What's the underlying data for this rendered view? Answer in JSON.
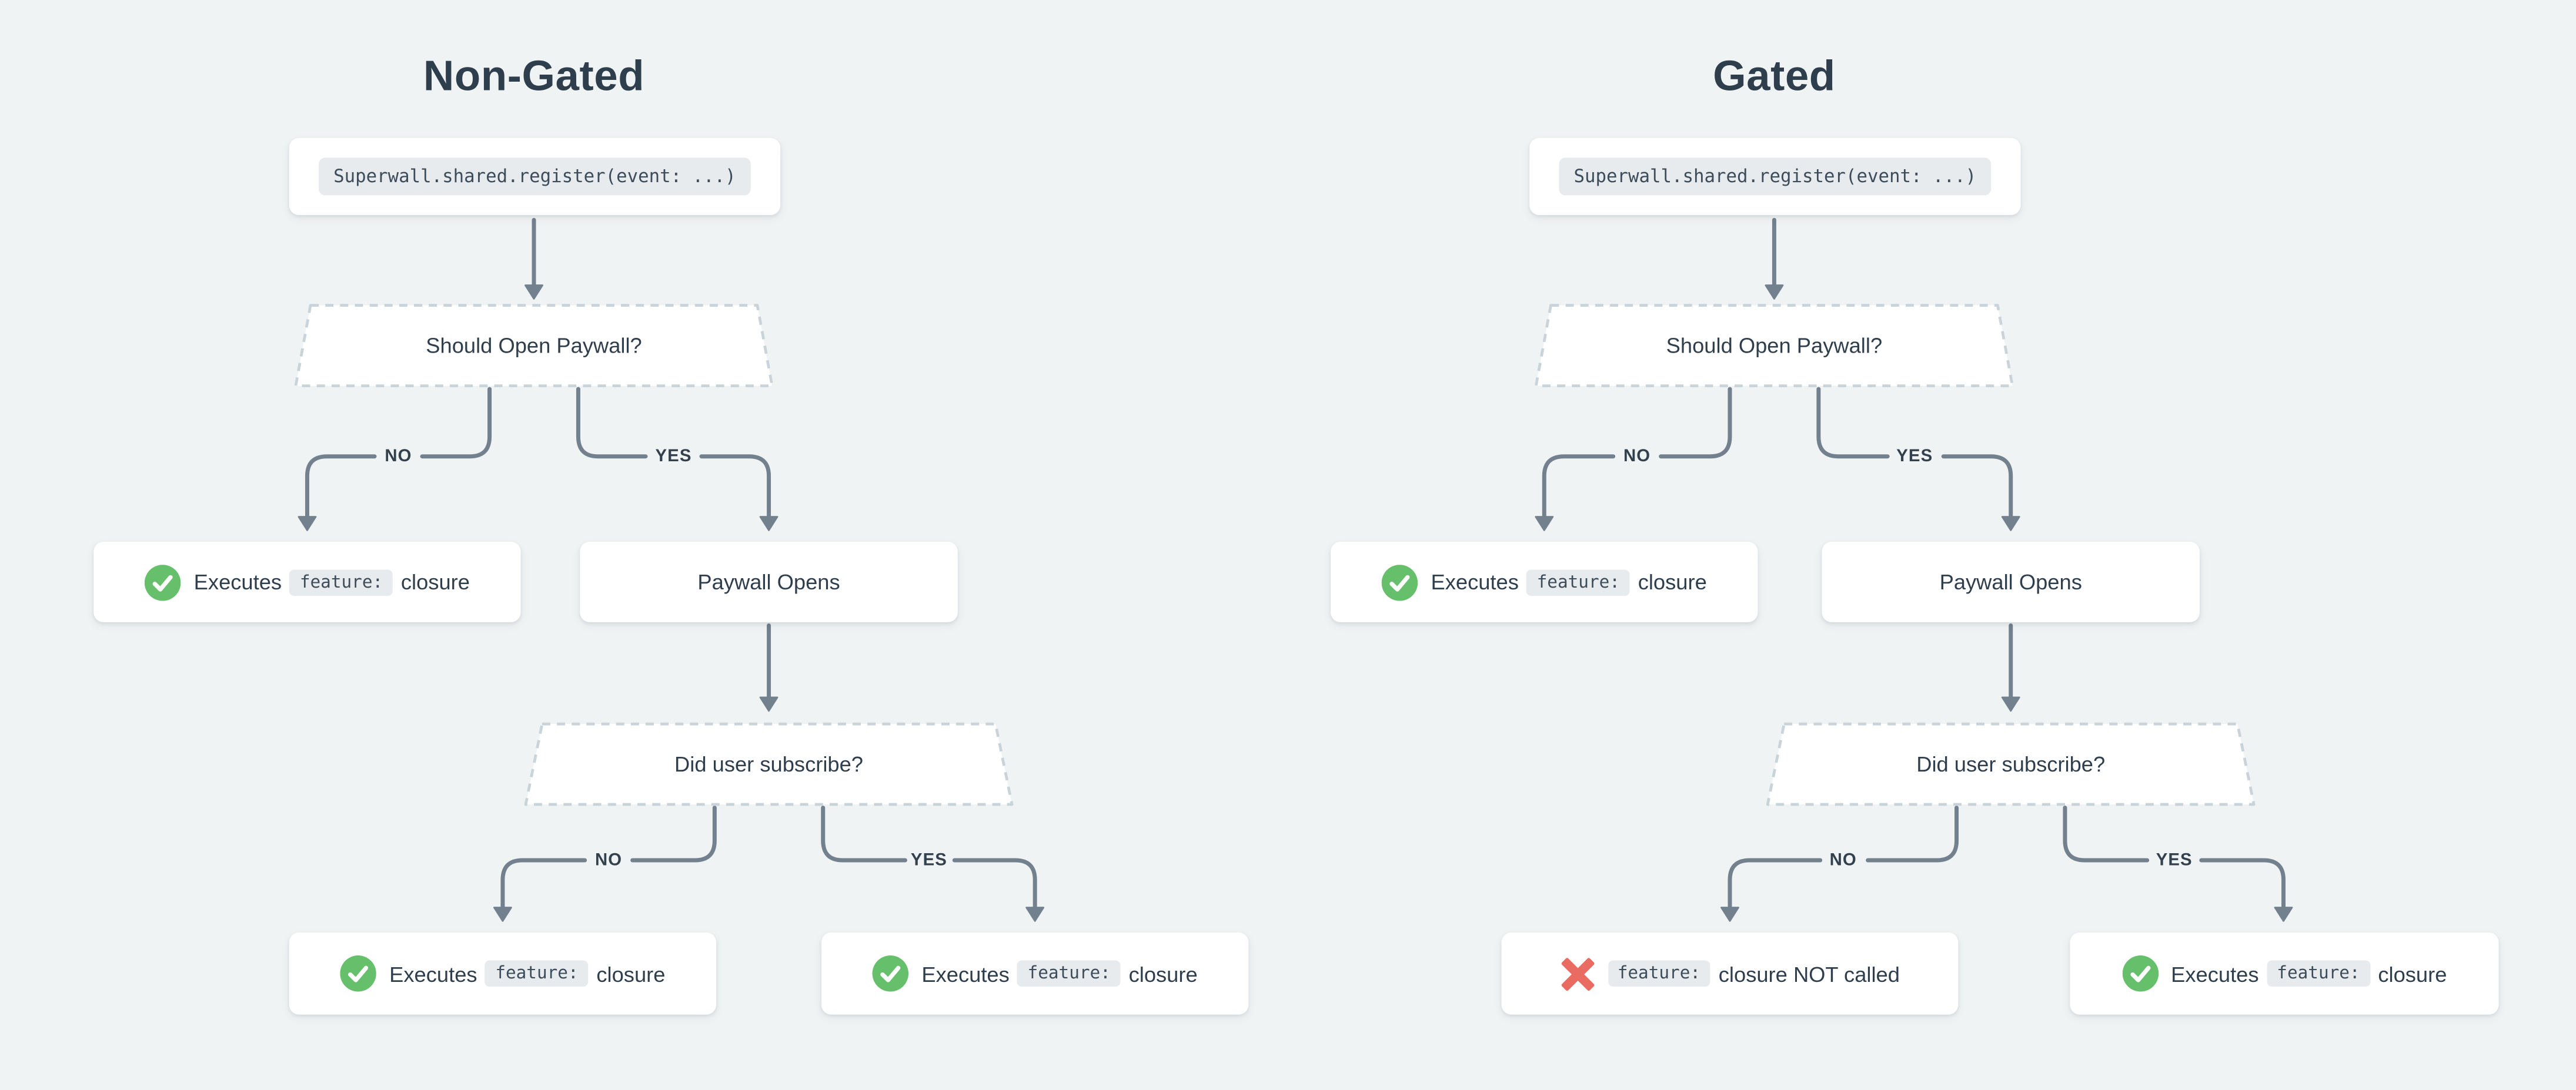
{
  "diagram": {
    "non_gated": {
      "title": "Non-Gated",
      "register_code": "Superwall.shared.register(event: ...)",
      "decision_paywall": {
        "question": "Should Open Paywall?",
        "no_label": "NO",
        "yes_label": "YES"
      },
      "paywall_no_result": {
        "icon": "check-circle",
        "prefix": "Executes",
        "code": "feature:",
        "suffix": "closure"
      },
      "paywall_opens": "Paywall Opens",
      "decision_subscribe": {
        "question": "Did user subscribe?",
        "no_label": "NO",
        "yes_label": "YES"
      },
      "subscribe_no_result": {
        "icon": "check-circle",
        "prefix": "Executes",
        "code": "feature:",
        "suffix": "closure"
      },
      "subscribe_yes_result": {
        "icon": "check-circle",
        "prefix": "Executes",
        "code": "feature:",
        "suffix": "closure"
      }
    },
    "gated": {
      "title": "Gated",
      "register_code": "Superwall.shared.register(event: ...)",
      "decision_paywall": {
        "question": "Should Open Paywall?",
        "no_label": "NO",
        "yes_label": "YES"
      },
      "paywall_no_result": {
        "icon": "check-circle",
        "prefix": "Executes",
        "code": "feature:",
        "suffix": "closure"
      },
      "paywall_opens": "Paywall Opens",
      "decision_subscribe": {
        "question": "Did user subscribe?",
        "no_label": "NO",
        "yes_label": "YES"
      },
      "subscribe_no_result": {
        "icon": "x-mark",
        "code": "feature:",
        "suffix": "closure NOT called"
      },
      "subscribe_yes_result": {
        "icon": "check-circle",
        "prefix": "Executes",
        "code": "feature:",
        "suffix": "closure"
      }
    },
    "colors": {
      "background": "#f0f3f4",
      "card_background": "#ffffff",
      "text": "#2f3e4c",
      "connector_gray": "#73818f",
      "dashed_border": "#c9d3da",
      "code_chip_background": "#e7ebee",
      "success_green": "#66bf6a",
      "error_red": "#e96b61"
    }
  }
}
